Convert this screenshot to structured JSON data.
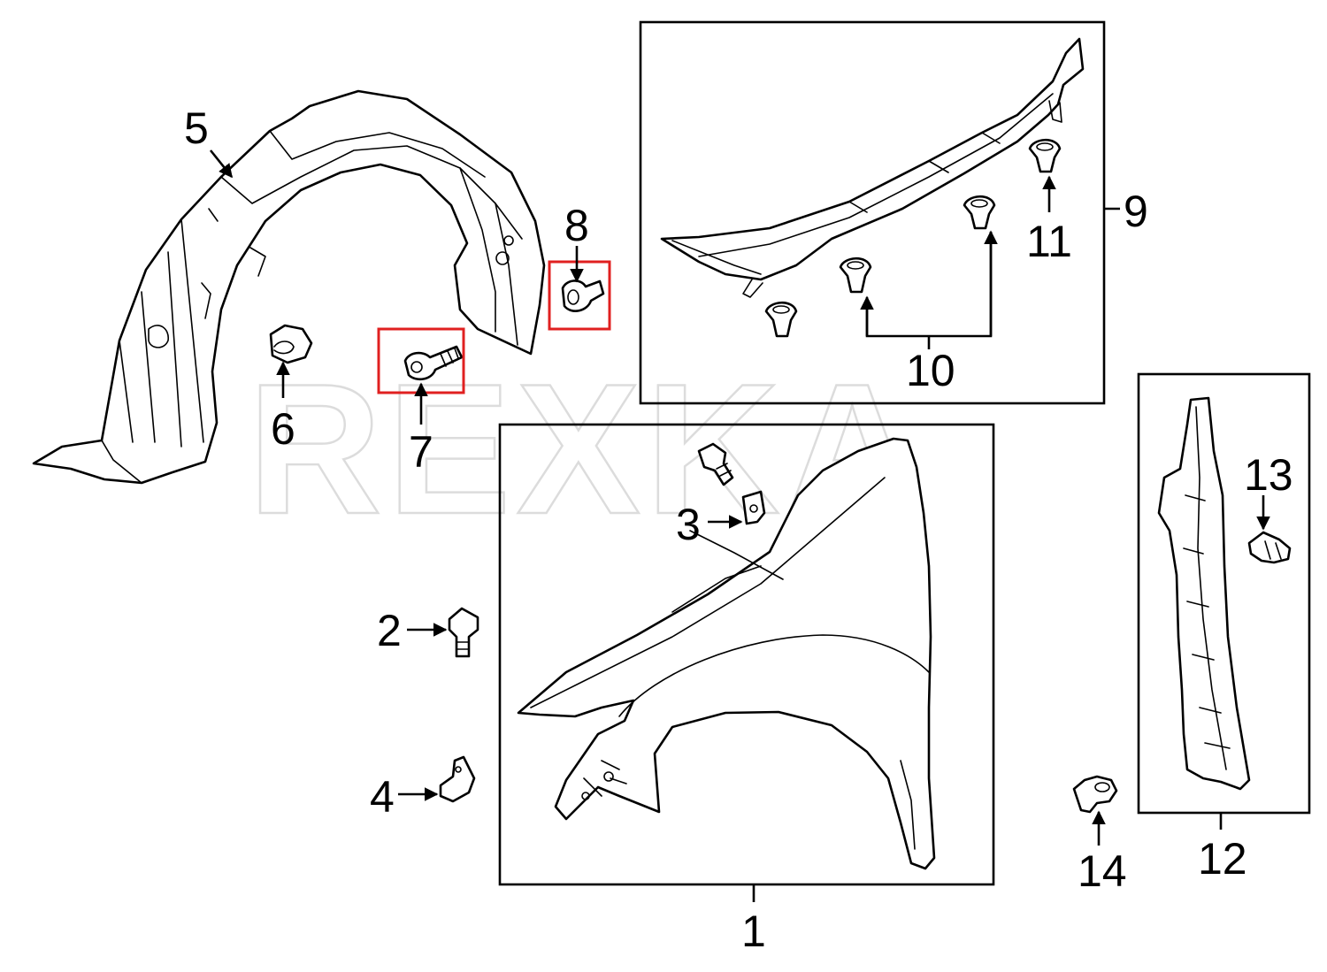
{
  "watermark": "REXKA",
  "highlight_color": "#e02020",
  "callouts": {
    "c1": "1",
    "c2": "2",
    "c3": "3",
    "c4": "4",
    "c5": "5",
    "c6": "6",
    "c7": "7",
    "c8": "8",
    "c9": "9",
    "c10": "10",
    "c11": "11",
    "c12": "12",
    "c13": "13",
    "c14": "14"
  },
  "highlighted_parts": [
    "7",
    "8"
  ]
}
